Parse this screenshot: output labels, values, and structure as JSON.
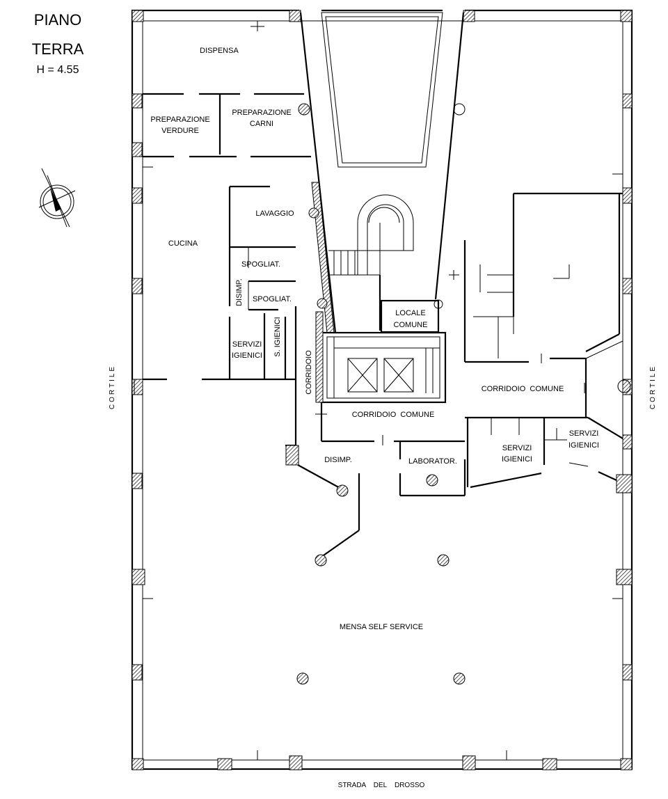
{
  "title": {
    "line1": "PIANO",
    "line2": "TERRA",
    "height": "H = 4.55"
  },
  "rooms": {
    "dispensa": "DISPENSA",
    "preparazione_verdure_1": "PREPARAZIONE",
    "preparazione_verdure_2": "VERDURE",
    "preparazione_carni_1": "PREPARAZIONE",
    "preparazione_carni_2": "CARNI",
    "lavaggio": "LAVAGGIO",
    "cucina": "CUCINA",
    "spogliat_1": "SPOGLIAT.",
    "spogliat_2": "SPOGLIAT.",
    "disimp_vertical": "DISIMP.",
    "servizi_igienici_1a": "SERVIZI",
    "servizi_igienici_1b": "IGIENICI",
    "s_igienici": "S. IGIENICI",
    "corridoio": "CORRIDOIO",
    "locale_comune_1": "LOCALE",
    "locale_comune_2": "COMUNE",
    "corridoio_comune_1": "CORRIDOIO  COMUNE",
    "corridoio_comune_2": "CORRIDOIO  COMUNE",
    "disimp": "DISIMP.",
    "laborator": "LABORATOR.",
    "servizi_igienici_2a": "SERVIZI",
    "servizi_igienici_2b": "IGIENICI",
    "servizi_igienici_3a": "SERVIZI",
    "servizi_igienici_3b": "IGIENICI",
    "mensa": "MENSA SELF SERVICE"
  },
  "surroundings": {
    "left_courtyard": "CORTILE",
    "right_courtyard": "CORTILE",
    "street": "STRADA    DEL    DROSSO"
  },
  "icons": {
    "north_arrow": "north-arrow-icon"
  }
}
